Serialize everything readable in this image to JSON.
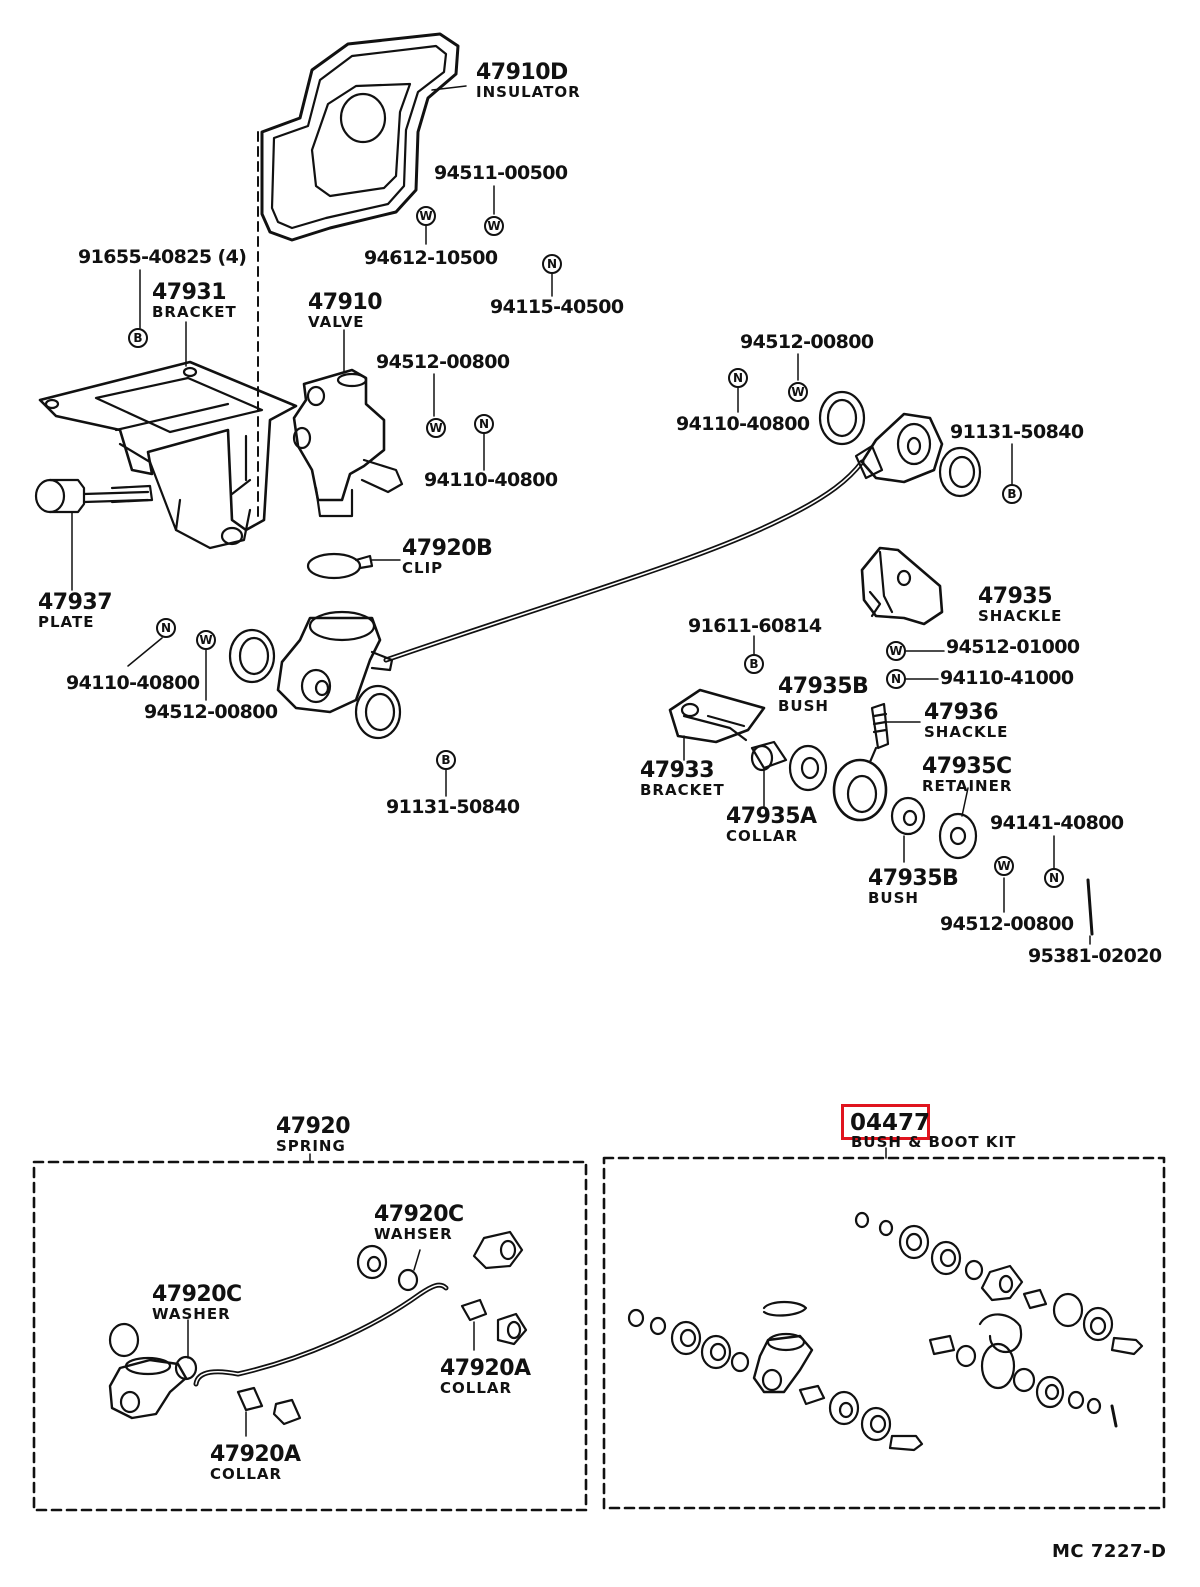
{
  "parts": {
    "p47910D": {
      "num": "47910D",
      "name": "INSULATOR"
    },
    "p47931": {
      "num": "47931",
      "name": "BRACKET"
    },
    "p47910": {
      "num": "47910",
      "name": "VALVE"
    },
    "p47920B": {
      "num": "47920B",
      "name": "CLIP"
    },
    "p47937": {
      "num": "47937",
      "name": "PLATE"
    },
    "p47935": {
      "num": "47935",
      "name": "SHACKLE"
    },
    "p47935B_a": {
      "num": "47935B",
      "name": "BUSH"
    },
    "p47936": {
      "num": "47936",
      "name": "SHACKLE"
    },
    "p47935C": {
      "num": "47935C",
      "name": "RETAINER"
    },
    "p47933": {
      "num": "47933",
      "name": "BRACKET"
    },
    "p47935A": {
      "num": "47935A",
      "name": "COLLAR"
    },
    "p47935B_b": {
      "num": "47935B",
      "name": "BUSH"
    },
    "p47920": {
      "num": "47920",
      "name": "SPRING"
    },
    "p47920C_a": {
      "num": "47920C",
      "name": "WAHSER"
    },
    "p47920C_b": {
      "num": "47920C",
      "name": "WASHER"
    },
    "p47920A_a": {
      "num": "47920A",
      "name": "COLLAR"
    },
    "p47920A_b": {
      "num": "47920A",
      "name": "COLLAR"
    },
    "kit": {
      "num": "04477",
      "name": "BUSH & BOOT KIT"
    }
  },
  "hardware": {
    "h1": "94511-00500",
    "h2": "94612-10500",
    "h3": "94115-40500",
    "h4": "91655-40825 (4)",
    "h5": "94512-00800",
    "h6": "94110-40800",
    "h7": "94512-00800",
    "h8": "94110-40800",
    "h9": "91131-50840",
    "h10": "91611-60814",
    "h11": "94512-01000",
    "h12": "94110-41000",
    "h13": "94110-40800",
    "h14": "94512-00800",
    "h15": "91131-50840",
    "h16": "94141-40800",
    "h17": "94512-00800",
    "h18": "95381-02020"
  },
  "symbols": {
    "b": "B",
    "w": "W",
    "n": "N"
  },
  "footer": {
    "code": "MC 7227-D"
  },
  "colors": {
    "highlight": "#e0141e",
    "ink": "#111111"
  }
}
